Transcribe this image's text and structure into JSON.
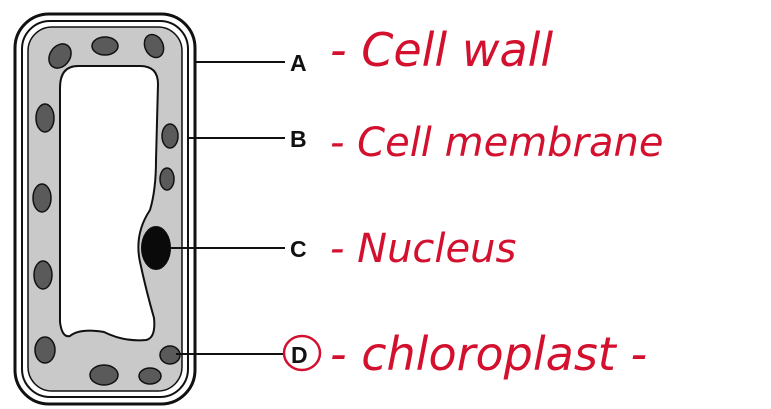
{
  "colors": {
    "outline": "#111111",
    "cytoplasm": "#c9c9c9",
    "chloroplast": "#5a5a5a",
    "nucleus": "#0a0a0a",
    "handwriting": "#d3102e"
  },
  "labels": [
    {
      "letter": "A",
      "annotation": "- Cell wall"
    },
    {
      "letter": "B",
      "annotation": "- Cell membrane"
    },
    {
      "letter": "C",
      "annotation": "- Nucleus"
    },
    {
      "letter": "D",
      "annotation": "- chloroplast -"
    }
  ],
  "selected_letter": "D"
}
